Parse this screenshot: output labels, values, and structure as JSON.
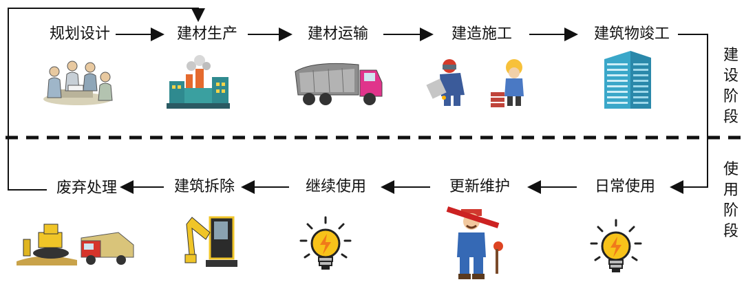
{
  "construction_row": [
    "规划设计",
    "建材生产",
    "建材运输",
    "建造施工",
    "建筑物竣工"
  ],
  "usage_row": [
    "日常使用",
    "更新维护",
    "继续使用",
    "建筑拆除",
    "废弃处理"
  ],
  "phases": {
    "construction": [
      "建",
      "设",
      "阶",
      "段"
    ],
    "usage": [
      "使",
      "用",
      "阶",
      "段"
    ]
  },
  "illustrations": {
    "planning": "people-meeting-icon",
    "production": "factory-icon",
    "transport": "truck-icon",
    "construction": "workers-icon",
    "completion": "building-icon",
    "daily_use": "lightbulb-icon",
    "maintenance": "plumber-icon",
    "continued_use": "lightbulb-icon",
    "demolition": "excavator-icon",
    "disposal": "bulldozer-dumptruck-icon"
  }
}
